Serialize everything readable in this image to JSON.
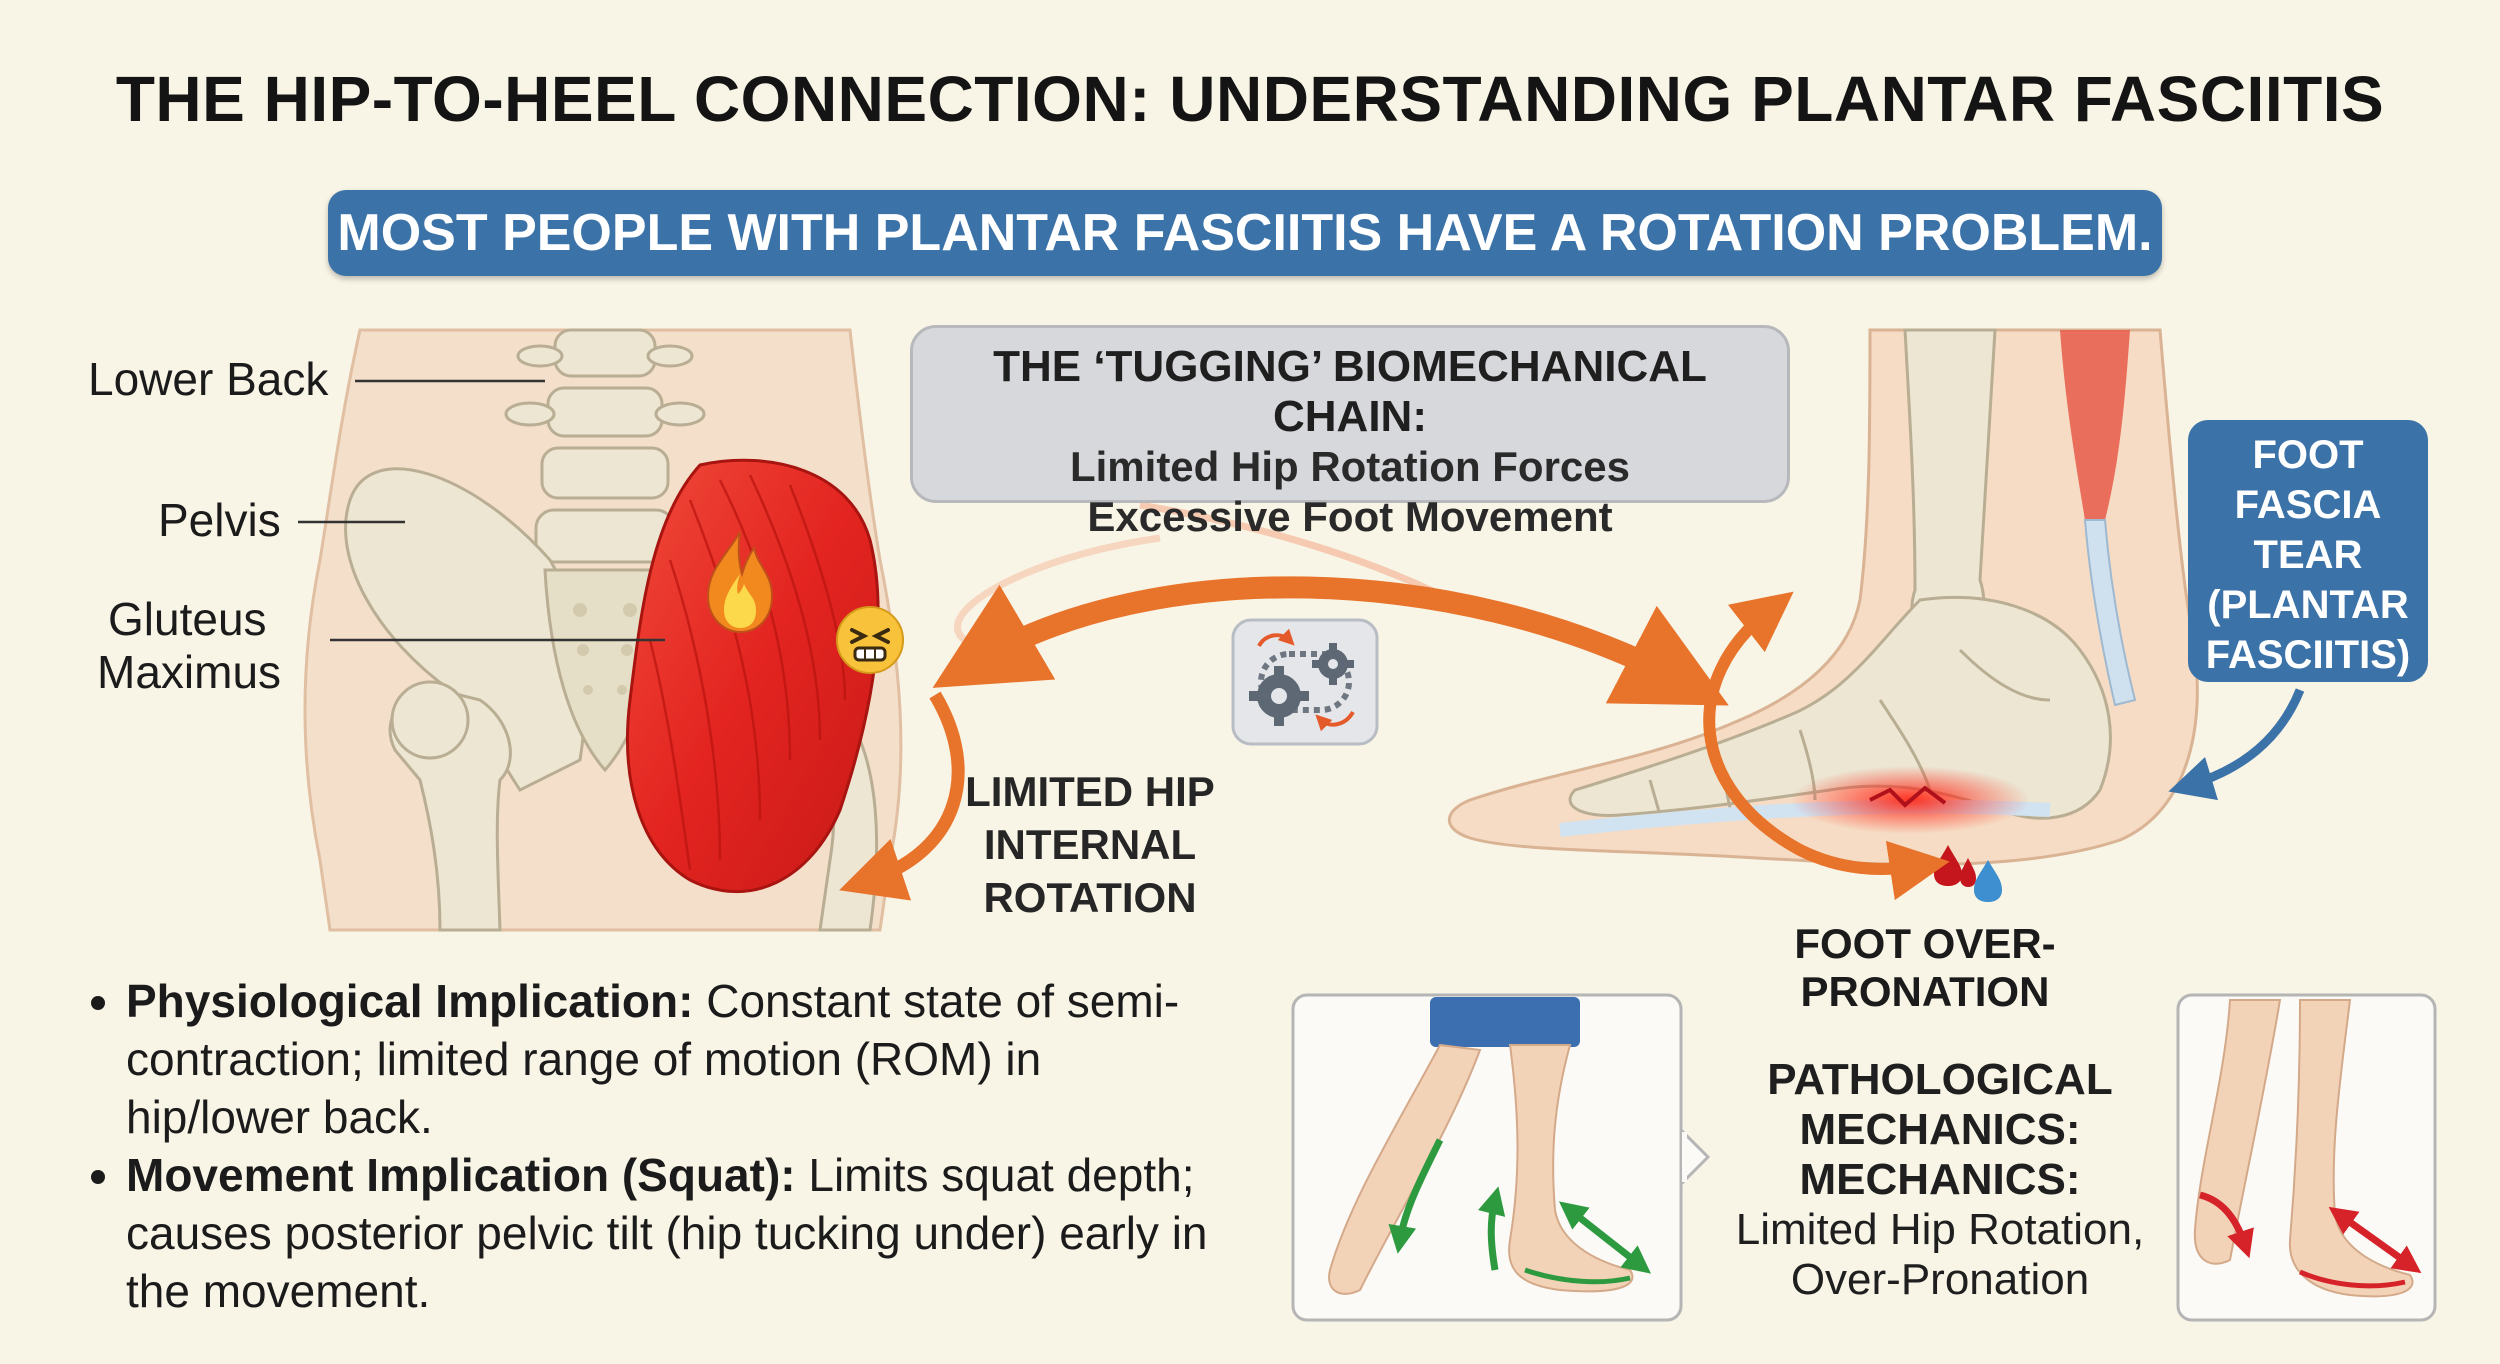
{
  "title": "THE HIP-TO-HEEL CONNECTION: UNDERSTANDING PLANTAR FASCIITIS",
  "banner": "MOST PEOPLE WITH PLANTAR FASCIITIS HAVE A ROTATION PROBLEM.",
  "hip_labels": {
    "lower_back": "Lower Back",
    "pelvis": "Pelvis",
    "gluteus_1": "Gluteus",
    "gluteus_2": "Maximus"
  },
  "chain": {
    "title": "THE ‘TUGGING’ BIOMECHANICAL CHAIN:",
    "line1": "Limited Hip Rotation Forces",
    "line2": "Excessive Foot Movement"
  },
  "hip_rotation": {
    "line1": "LIMITED HIP",
    "line2": "INTERNAL",
    "line3": "ROTATION"
  },
  "fascia": {
    "line1": "FOOT",
    "line2": "FASCIA",
    "line3": "TEAR",
    "line4": "(PLANTAR",
    "line5": "FASCIITIS)"
  },
  "pronation_label": "FOOT OVER-PRONATION",
  "bullets": [
    {
      "lead": "Physiological Implication:",
      "text": "Constant state of semi-contraction; limited range of motion (ROM) in hip/lower back."
    },
    {
      "lead": "Movement Implication (Squat):",
      "text": "Limits squat depth; causes posterior pelvic tilt (hip tucking under) early in the movement."
    }
  ],
  "pathological": {
    "h1": "PATHOLOGICAL",
    "h2": "MECHANICS:",
    "h3": "MECHANICS:",
    "t1": "Limited Hip Rotation,",
    "t2": "Over-Pronation"
  },
  "colors": {
    "banner": "#3b72a8",
    "muscle": "#e32420",
    "arrow_orange": "#e8732a",
    "bone": "#ece6d3",
    "skin": "#f6dcc4",
    "blood": "#c4161c",
    "green_arrow": "#2e9a40"
  },
  "icons": {
    "fire": "fire-icon",
    "strain_face": "strain-face-icon",
    "gears": "gear-chain-icon",
    "drops": "blood-drop-icon"
  }
}
